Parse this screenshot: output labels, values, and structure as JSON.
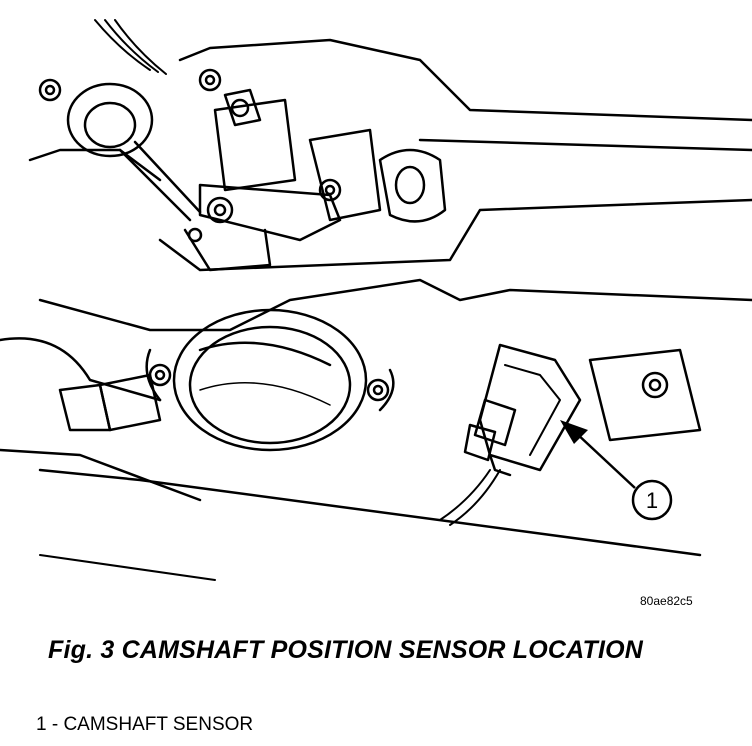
{
  "figure": {
    "image_id": "80ae82c5",
    "caption": "Fig. 3 CAMSHAFT POSITION SENSOR LOCATION",
    "callouts": [
      {
        "number": "1",
        "label": "1 - CAMSHAFT SENSOR"
      }
    ]
  },
  "colors": {
    "ink": "#000000",
    "paper": "#ffffff",
    "shade": "#d9d9d9"
  }
}
